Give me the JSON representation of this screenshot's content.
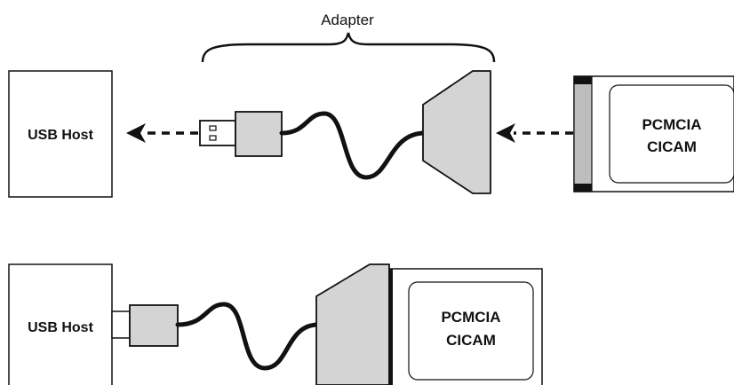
{
  "labels": {
    "adapter": "Adapter",
    "usb_host": "USB Host",
    "card_line1": "PCMCIA",
    "card_line2": "CICAM"
  },
  "colors": {
    "stroke": "#111111",
    "fill_gray": "#d4d4d4",
    "fill_white": "#ffffff",
    "card_edge": "#111111",
    "card_stripe": "#bdbdbd"
  }
}
